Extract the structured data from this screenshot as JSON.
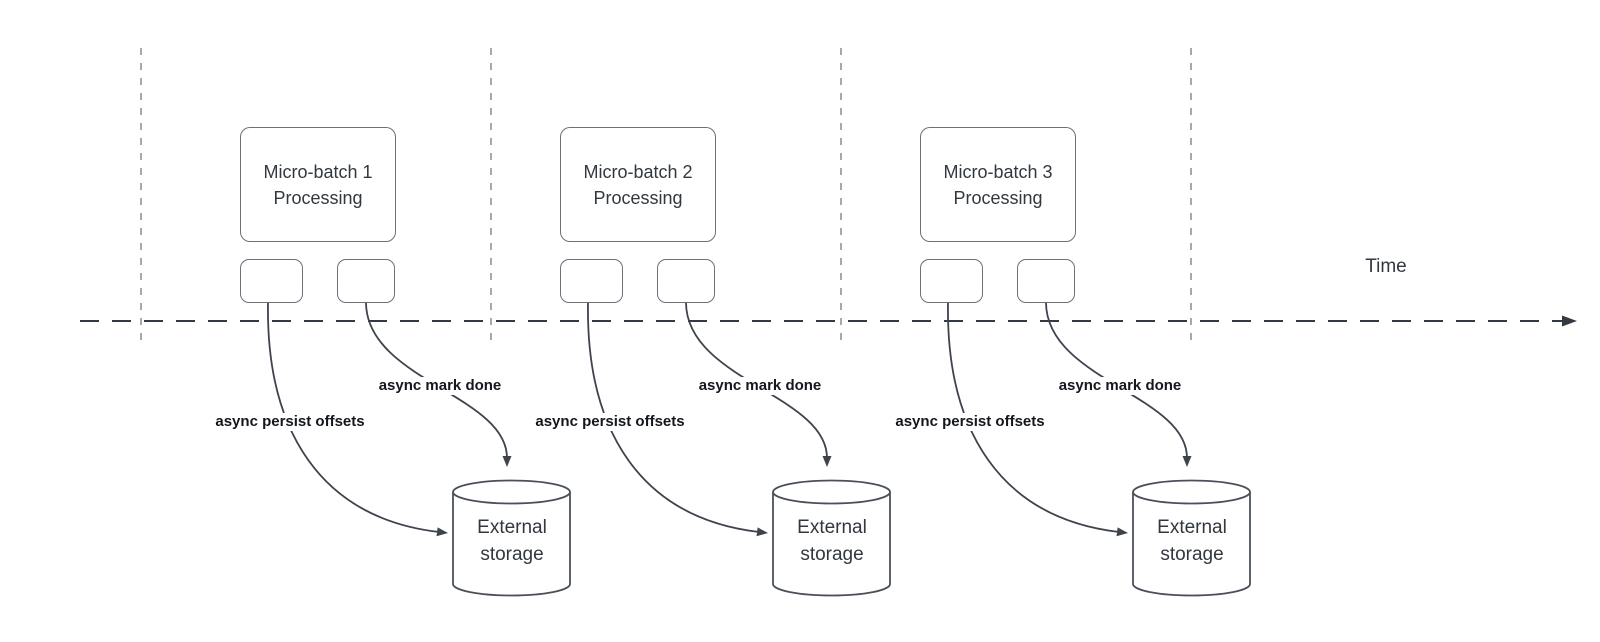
{
  "diagram": {
    "time_axis": {
      "label": "Time"
    },
    "groups": [
      {
        "box_line1": "Micro-batch 1",
        "box_line2": "Processing",
        "persist_label": "async persist offsets",
        "mark_label": "async mark done",
        "storage_line1": "External",
        "storage_line2": "storage"
      },
      {
        "box_line1": "Micro-batch 2",
        "box_line2": "Processing",
        "persist_label": "async persist offsets",
        "mark_label": "async mark done",
        "storage_line1": "External",
        "storage_line2": "storage"
      },
      {
        "box_line1": "Micro-batch 3",
        "box_line2": "Processing",
        "persist_label": "async persist offsets",
        "mark_label": "async mark done",
        "storage_line1": "External",
        "storage_line2": "storage"
      }
    ],
    "colors": {
      "background": "#ffffff",
      "gridline": "#a8a8a8",
      "axis": "#333a44",
      "shape_border": "#6a717a",
      "curve": "#3e434e",
      "cylinder_border": "#4a505a",
      "box_text": "#32383f",
      "label_text": "#14171d"
    }
  }
}
